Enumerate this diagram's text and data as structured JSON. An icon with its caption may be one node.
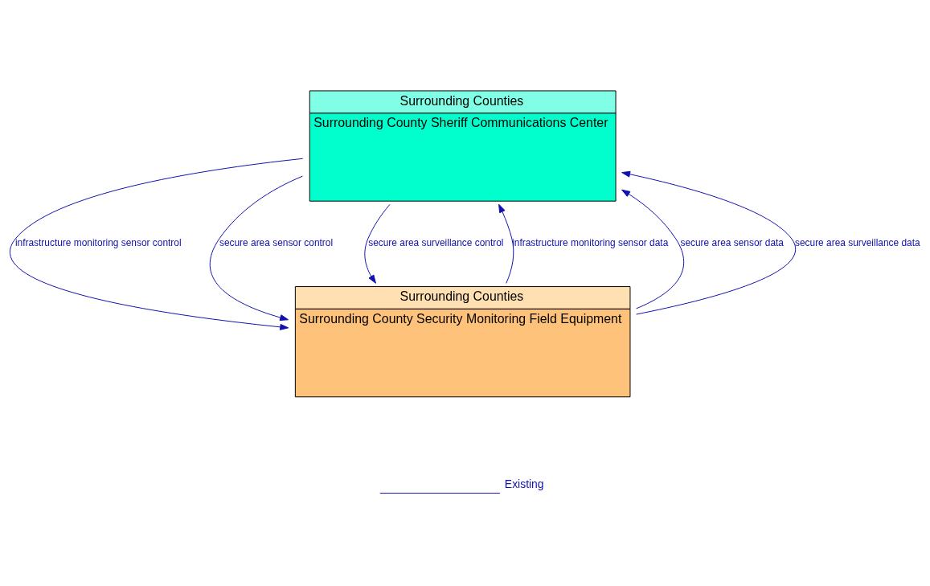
{
  "diagram": {
    "nodes": [
      {
        "text": [
          "Surrounding Counties",
          "Surrounding County Sheriff Communications Center"
        ]
      },
      {
        "text": [
          "Surrounding Counties",
          "Surrounding County Security Monitoring Field Equipment"
        ]
      }
    ],
    "edges": [
      {
        "from": 1,
        "to": 0,
        "arrow": "to",
        "label": "infrastructure monitoring sensor data"
      },
      {
        "from": 1,
        "to": 0,
        "arrow": "to",
        "label": "secure area sensor data"
      },
      {
        "from": 1,
        "to": 0,
        "arrow": "to",
        "label": "secure area surveillance data"
      },
      {
        "from": 0,
        "to": 1,
        "arrow": "to",
        "label": "infrastructure monitoring sensor control"
      },
      {
        "from": 0,
        "to": 1,
        "arrow": "to",
        "label": "secure area sensor control"
      },
      {
        "from": 0,
        "to": 1,
        "arrow": "to",
        "label": "secure area surveillance control"
      }
    ],
    "legend": [
      {
        "text": "Existing"
      }
    ]
  }
}
